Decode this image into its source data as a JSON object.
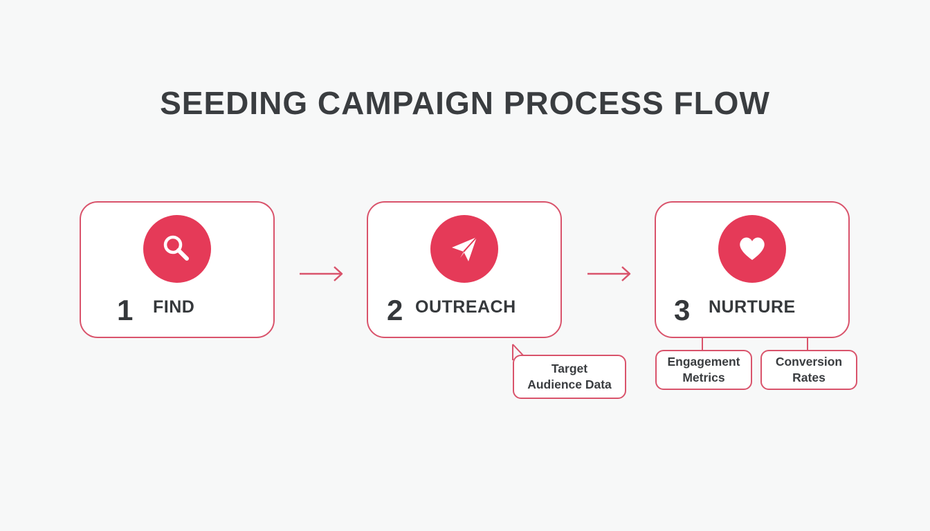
{
  "title": "SEEDING CAMPAIGN PROCESS FLOW",
  "accent_color": "#e53a58",
  "border_color": "#d9536b",
  "steps": [
    {
      "number": "1",
      "label": "FIND",
      "icon": "search-icon"
    },
    {
      "number": "2",
      "label": "OUTREACH",
      "icon": "paper-plane-icon"
    },
    {
      "number": "3",
      "label": "NURTURE",
      "icon": "heart-icon"
    }
  ],
  "notes": {
    "outreach": {
      "line1": "Target",
      "line2": "Audience Data"
    },
    "engagement": {
      "line1": "Engagement",
      "line2": "Metrics"
    },
    "conversion": {
      "line1": "Conversion",
      "line2": "Rates"
    }
  }
}
